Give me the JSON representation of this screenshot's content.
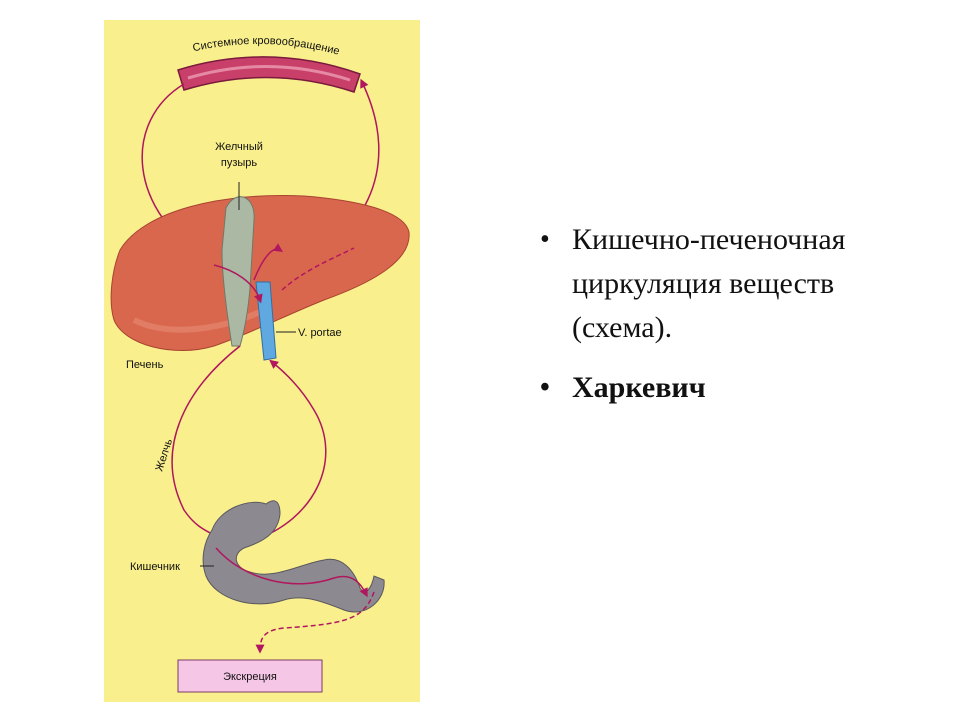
{
  "diagram": {
    "labels": {
      "systemic": "Системное кровообращение",
      "gallbladder_line1": "Желчный",
      "gallbladder_line2": "пузырь",
      "portal": "V. portae",
      "liver": "Печень",
      "bile": "Желчь",
      "intestine": "Кишечник",
      "excretion": "Экскреция"
    },
    "colors": {
      "background": "#f9ef8c",
      "liver": "#d9674e",
      "vessel": "#c8406a",
      "arrow": "#b0175e",
      "gallbladder": "#aab8a4",
      "portal_vein": "#5fa8e0",
      "intestine": "#8c8a90",
      "excretion_box": "#f6c6e6"
    }
  },
  "bullets": {
    "item1": "Кишечно-печеночная циркуляция веществ (схема).",
    "item2": "Харкевич"
  }
}
